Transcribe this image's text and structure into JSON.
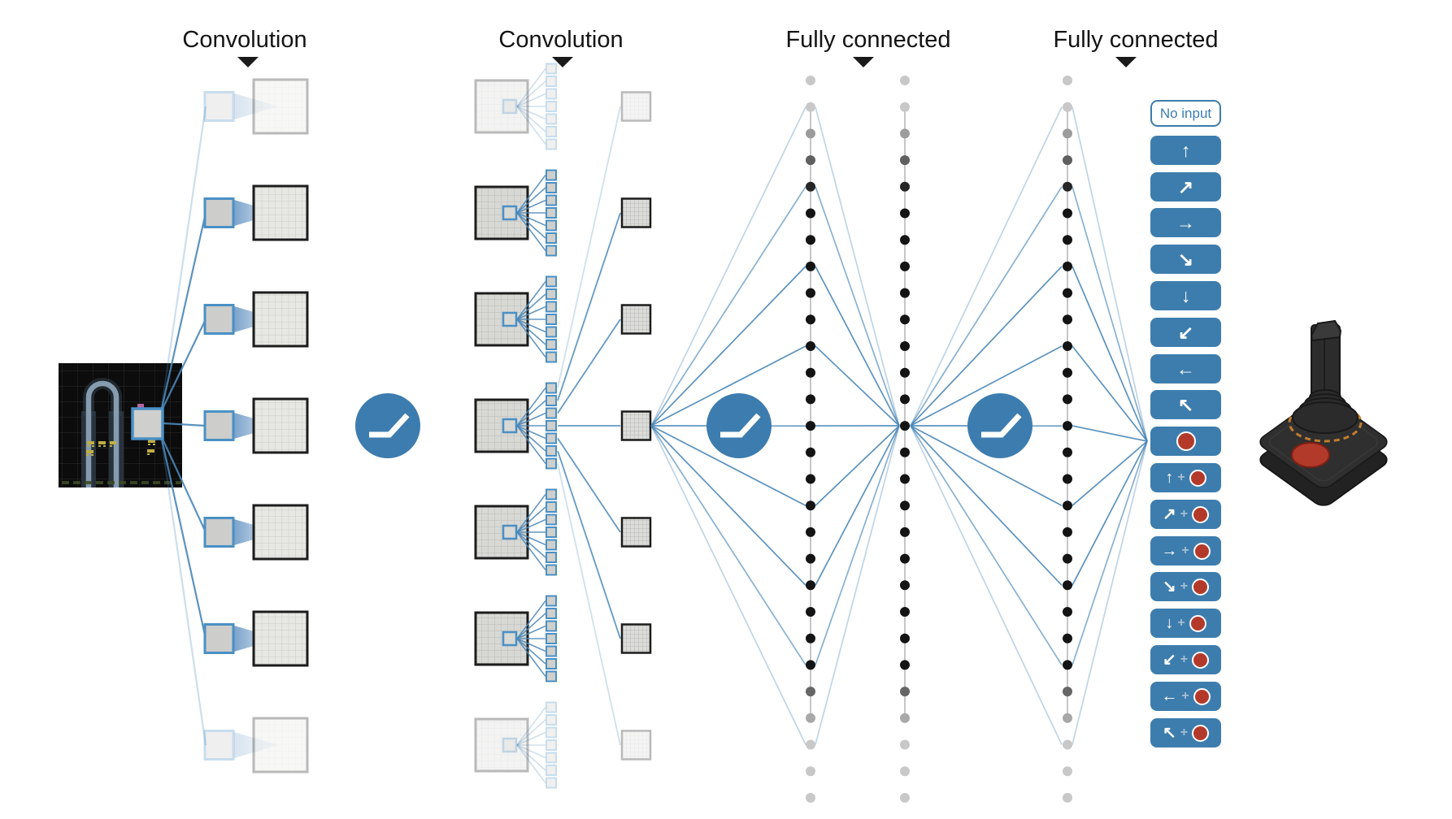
{
  "labels": {
    "conv1": "Convolution",
    "conv2": "Convolution",
    "fc1": "Fully connected",
    "fc2": "Fully connected"
  },
  "actions": {
    "plus_sign": "+",
    "buttons": [
      {
        "name": "no-input",
        "kind": "none",
        "label": "No input"
      },
      {
        "name": "up",
        "kind": "move",
        "arrow": "↑"
      },
      {
        "name": "up-right",
        "kind": "move",
        "arrow": "↗"
      },
      {
        "name": "right",
        "kind": "move",
        "arrow": "→"
      },
      {
        "name": "down-right",
        "kind": "move",
        "arrow": "↘"
      },
      {
        "name": "down",
        "kind": "move",
        "arrow": "↓"
      },
      {
        "name": "down-left",
        "kind": "move",
        "arrow": "↙"
      },
      {
        "name": "left",
        "kind": "move",
        "arrow": "←"
      },
      {
        "name": "up-left",
        "kind": "move",
        "arrow": "↖"
      },
      {
        "name": "fire",
        "kind": "fire"
      },
      {
        "name": "up-fire",
        "kind": "move_fire",
        "arrow": "↑"
      },
      {
        "name": "up-right-fire",
        "kind": "move_fire",
        "arrow": "↗"
      },
      {
        "name": "right-fire",
        "kind": "move_fire",
        "arrow": "→"
      },
      {
        "name": "down-right-fire",
        "kind": "move_fire",
        "arrow": "↘"
      },
      {
        "name": "down-fire",
        "kind": "move_fire",
        "arrow": "↓"
      },
      {
        "name": "down-left-fire",
        "kind": "move_fire",
        "arrow": "↙"
      },
      {
        "name": "left-fire",
        "kind": "move_fire",
        "arrow": "←"
      },
      {
        "name": "up-left-fire",
        "kind": "move_fire",
        "arrow": "↖"
      }
    ]
  },
  "network": {
    "feature_map_rows": 7,
    "filter_cells_per_strip": 7,
    "fc_dots_per_column": 28,
    "fc_dot_shades": [
      "#c8c8c8",
      "#c8c8c8",
      "#9c9c9c",
      "#606060",
      "#262626",
      "#141414",
      "#141414",
      "#141414",
      "#141414",
      "#141414",
      "#141414",
      "#141414",
      "#141414",
      "#141414",
      "#141414",
      "#141414",
      "#141414",
      "#141414",
      "#141414",
      "#141414",
      "#141414",
      "#141414",
      "#141414",
      "#666666",
      "#a8a8a8",
      "#c8c8c8",
      "#c8c8c8",
      "#c8c8c8"
    ]
  },
  "icons": {
    "relu": "relu-curve-icon",
    "down_marker": "down-arrow-marker",
    "fire": "fire-button-icon",
    "joystick": "atari-joystick",
    "screen": "atari-game-screen"
  },
  "colors": {
    "button_blue": "#3d7dad",
    "outline_blue": "#4a90c4",
    "wire_blue": "#4a87b8",
    "fire_red": "#b33a2b",
    "relu_blue": "#3d7cae",
    "label_color": "#141414",
    "plus_color": "#a5bdd2",
    "funnel_blue": "#5a8cbe"
  }
}
